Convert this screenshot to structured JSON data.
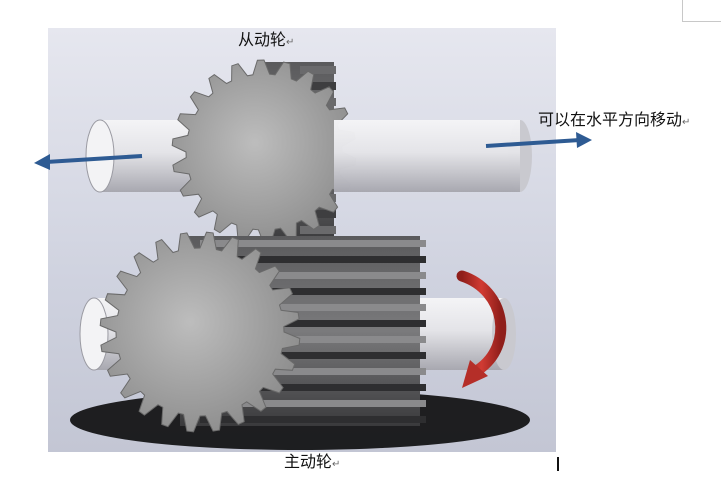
{
  "labels": {
    "driven_gear": "从动轮",
    "horizontal_move": "可以在水平方向移动",
    "driving_gear": "主动轮"
  },
  "paragraph_mark": "↵",
  "colors": {
    "background_panel": "#d9dbe6",
    "shaft": "#e2e2e6",
    "gear_dark": "#4a4a4c",
    "gear_light": "#9a9a9a",
    "arrow_blue": "#2e5b93",
    "arrow_red": "#c0302a"
  },
  "icons": [
    "left-arrow-icon",
    "right-arrow-icon",
    "rotation-arrow-icon"
  ]
}
